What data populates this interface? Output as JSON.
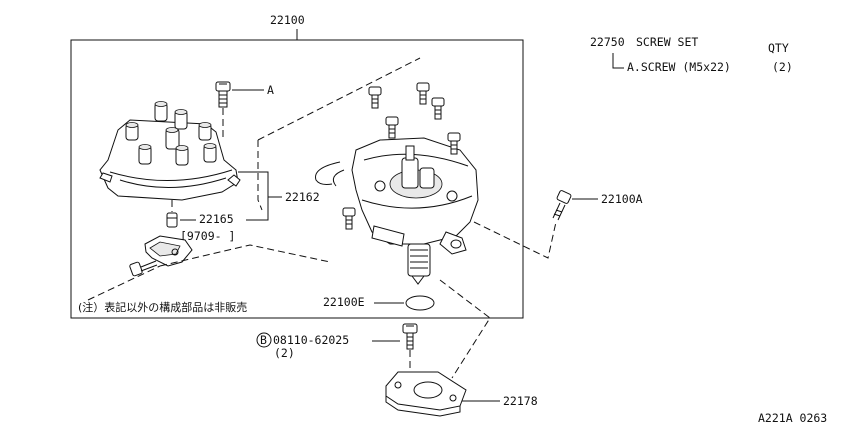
{
  "diagram": {
    "assembly_number": "22100",
    "screw_set": {
      "part_no": "22750",
      "title": "SCREW SET",
      "qty_header": "QTY",
      "item": "A.SCREW (M5x22)",
      "item_qty": "(2)"
    },
    "callouts": {
      "screw_a": "A",
      "part_22162": "22162",
      "part_22165": "22165",
      "date_range": "[9709-    ]",
      "part_22100a": "22100A",
      "part_22100e": "22100E",
      "bolt_ref_letter": "B",
      "bolt_part": "08110-62025",
      "bolt_qty": "(2)",
      "part_22178": "22178"
    },
    "note": "(注）表記以外の構成部品は非販売",
    "figure_code": "A221A 0263"
  }
}
